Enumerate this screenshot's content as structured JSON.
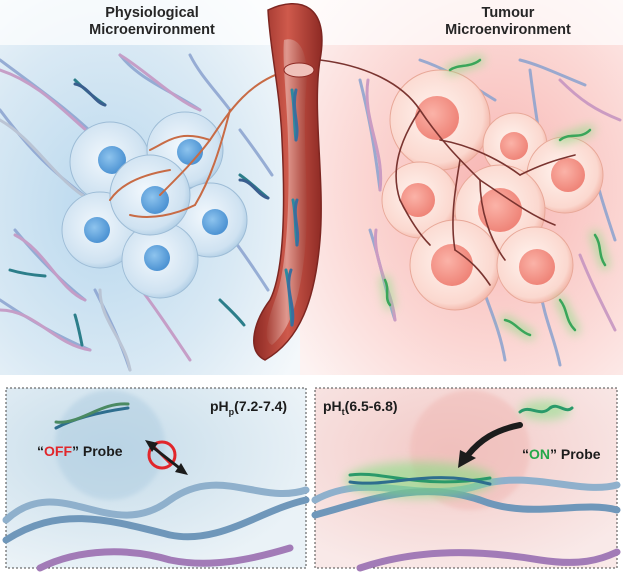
{
  "headers": {
    "left_line1": "Physiological",
    "left_line2": "Microenvironment",
    "right_line1": "Tumour",
    "right_line2": "Microenvironment"
  },
  "panels": {
    "left": {
      "ph_symbol": "pH",
      "ph_subscript": "p",
      "ph_range": "(7.2-7.4)",
      "probe_quote_open": "“",
      "probe_state": "OFF",
      "probe_quote_close": "”",
      "probe_word": " Probe",
      "probe_state_color": "#e1262b"
    },
    "right": {
      "ph_symbol": "pH",
      "ph_subscript": "t",
      "ph_range": "(6.5-6.8)",
      "probe_quote_open": "“",
      "probe_state": "ON",
      "probe_quote_close": "”",
      "probe_word": " Probe",
      "probe_state_color": "#25a84a"
    }
  },
  "icons": [
    "healthy-cell-icon",
    "tumour-cell-icon",
    "blood-vessel-icon",
    "dna-helix-icon",
    "no-entry-icon",
    "double-arrow-icon",
    "curved-arrow-icon"
  ],
  "colors": {
    "physiological_bg": "#d7e8f3",
    "tumour_bg": "#fbd9d6",
    "vessel": "#b8433a",
    "probe_glow": "#7be07b"
  }
}
